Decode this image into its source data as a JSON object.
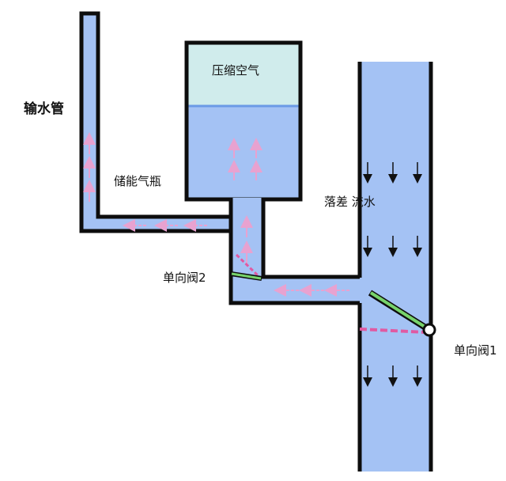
{
  "labels": {
    "pipe": "输水管",
    "air": "压缩空气",
    "tank": "储能气瓶",
    "fall": "落差 流水",
    "valve2": "单向阀2",
    "valve1": "单向阀1"
  },
  "colors": {
    "water": "#a4c2f4",
    "air": "#d0ecec",
    "outline": "#0d0d0d",
    "arrow_up": "#e8a2d0",
    "arrow_down": "#111111",
    "valve_green": "#77d36b",
    "valve_dash": "#e05aa2"
  },
  "icons": {
    "flow_arrow": "arrow-icon",
    "valve_pivot": "pivot-icon"
  }
}
